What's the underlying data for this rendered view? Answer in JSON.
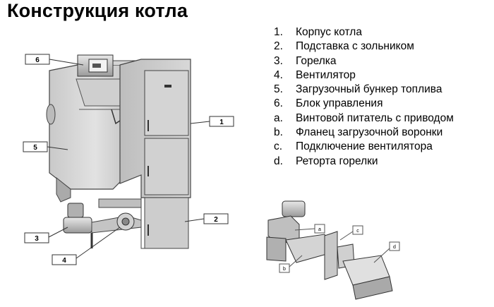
{
  "title": "Конструкция котла",
  "legend": [
    {
      "marker": "1.",
      "text": "Корпус котла"
    },
    {
      "marker": "2.",
      "text": "Подставка с зольником"
    },
    {
      "marker": "3.",
      "text": "Горелка"
    },
    {
      "marker": "4.",
      "text": "Вентилятор"
    },
    {
      "marker": "5.",
      "text": "Загрузочный бункер топлива"
    },
    {
      "marker": "6.",
      "text": "Блок управления"
    },
    {
      "marker": "a.",
      "text": "Винтовой питатель с приводом"
    },
    {
      "marker": "b.",
      "text": "Фланец загрузочной воронки"
    },
    {
      "marker": "c.",
      "text": "Подключение вентилятора"
    },
    {
      "marker": "d.",
      "text": "Реторта горелки"
    }
  ],
  "callouts": {
    "c1": "1",
    "c2": "2",
    "c3": "3",
    "c4": "4",
    "c5": "5",
    "c6": "6",
    "ca": "a",
    "cb": "b",
    "cc": "c",
    "cd": "d"
  }
}
